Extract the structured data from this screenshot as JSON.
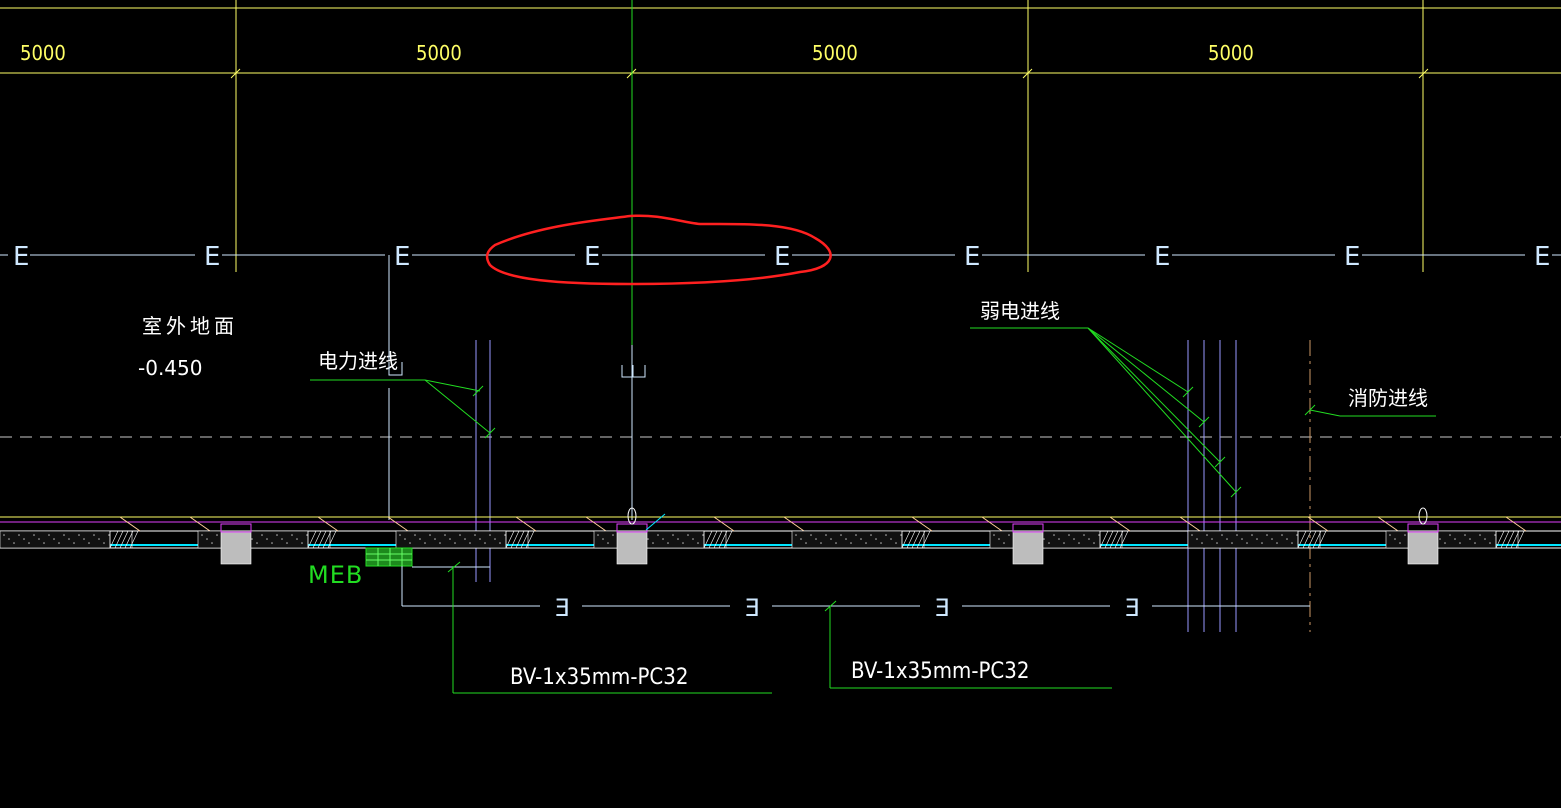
{
  "dimensions": [
    "5000",
    "5000",
    "5000",
    "5000"
  ],
  "labels": {
    "ground": "室外地面",
    "elevation": "-0.450",
    "power_entry": "电力进线",
    "weak_current_entry": "弱电进线",
    "fire_entry": "消防进线",
    "meb": "MEB",
    "cable_1": "BV-1x35mm-PC32",
    "cable_2": "BV-1x35mm-PC32"
  },
  "markers": {
    "earth_top": "E",
    "earth_bottom": "E"
  },
  "colors": {
    "background": "#000000",
    "axis": "#ffff66",
    "green_axis": "#22dd22",
    "earth_line": "#cfe8ff",
    "cyan": "#00e5ff",
    "magenta": "#e040fb",
    "conduit": "#9999ff",
    "highlight": "#ff2020",
    "leader": "#22dd22",
    "column": "#bdbdbd",
    "fire_line": "#cc9966"
  }
}
